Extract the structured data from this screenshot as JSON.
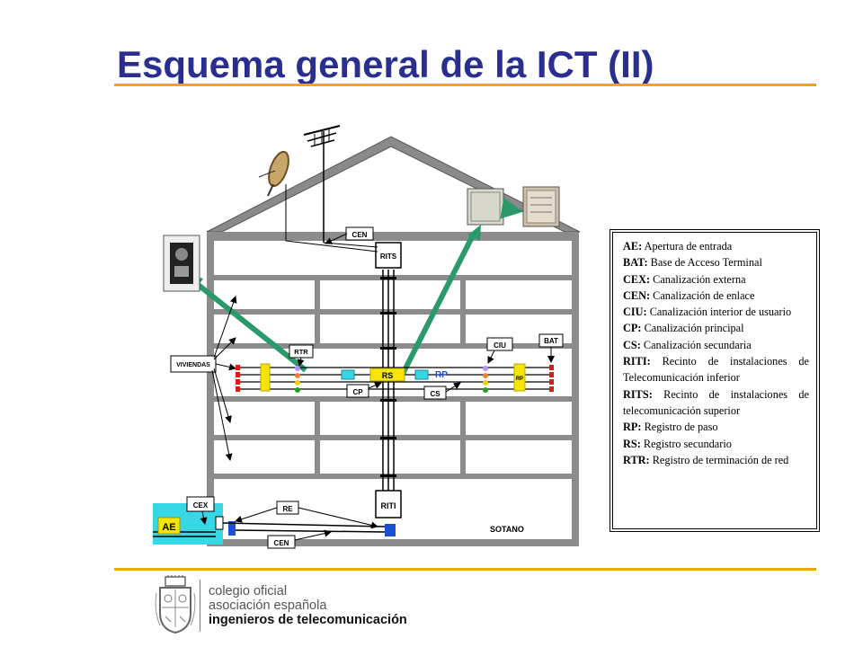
{
  "title": "Esquema general de la ICT (II)",
  "colors": {
    "title": "#2a2f8f",
    "rule": "#f0a800",
    "arrow": "#3aa878",
    "cyan": "#37d7e6",
    "blue": "#1a4fd6",
    "yellow": "#f5e500"
  },
  "diagram": {
    "cen_top": "CEN",
    "rits": "RITS",
    "rtr": "RTR",
    "viviendas": "VIVIENDAS",
    "rs": "RS",
    "rp": "RP",
    "cp": "CP",
    "cs": "CS",
    "ciu": "CIU",
    "bat": "BAT",
    "rp_small": "RP",
    "riti": "RITI",
    "cex": "CEX",
    "re": "RE",
    "ae": "AE",
    "sotano": "SOTANO",
    "cen_bottom": "CEN"
  },
  "legend": [
    {
      "abbr": "AE:",
      "text": " Apertura de entrada"
    },
    {
      "abbr": "BAT:",
      "text": " Base de Acceso Terminal"
    },
    {
      "abbr": "CEX:",
      "text": " Canalización externa"
    },
    {
      "abbr": "CEN:",
      "text": " Canalización de enlace"
    },
    {
      "abbr": "CIU:",
      "text": " Canalización interior de usuario"
    },
    {
      "abbr": "CP:",
      "text": " Canalización principal"
    },
    {
      "abbr": "CS:",
      "text": " Canalización secundaria"
    },
    {
      "abbr": "RITI:",
      "text": " Recinto de instalaciones de Telecomunicación inferior"
    },
    {
      "abbr": "RITS:",
      "text": " Recinto de instalaciones de telecomunicación superior"
    },
    {
      "abbr": "RP:",
      "text": " Registro de paso"
    },
    {
      "abbr": "RS:",
      "text": " Registro secundario"
    },
    {
      "abbr": "RTR:",
      "text": " Registro de terminación de red"
    }
  ],
  "footer": {
    "line1": "colegio oficial",
    "line2": "asociación española",
    "line3": "ingenieros de telecomunicación"
  }
}
